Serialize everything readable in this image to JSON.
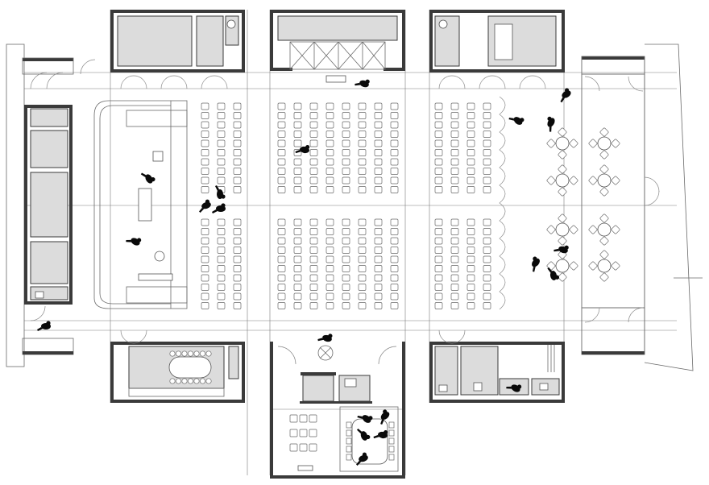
{
  "plan": {
    "watermark": "",
    "colors": {
      "wall": "#3a3a3a",
      "room_fill": "#dcdcdc",
      "line": "#6a6a6a",
      "person": "#0a0a0a"
    },
    "seat_blocks": [
      {
        "cols": 3,
        "rows": 10
      },
      {
        "cols": 8,
        "rows": 10
      },
      {
        "cols": 4,
        "rows": 10
      },
      {
        "cols": 3,
        "rows": 10
      },
      {
        "cols": 8,
        "rows": 10
      },
      {
        "cols": 4,
        "rows": 10
      }
    ],
    "cafe_table_count": 8,
    "conference_table_seats": 14,
    "people_count": 21
  }
}
